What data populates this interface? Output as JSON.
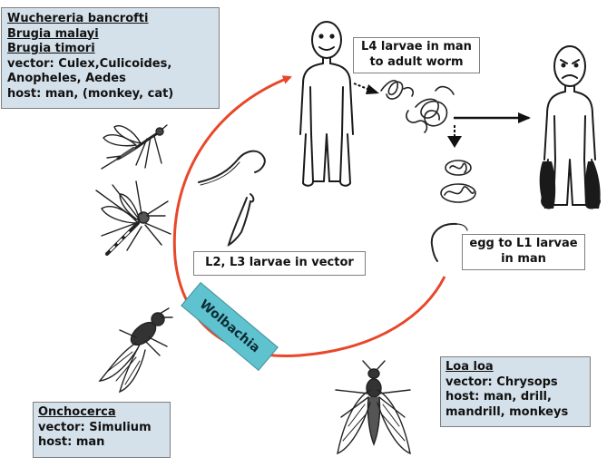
{
  "boxes": {
    "wuchereria": {
      "species": [
        "Wuchereria bancrofti",
        "Brugia malayi",
        "Brugia timori"
      ],
      "lines": [
        "vector: Culex,Culicoides,",
        "Anopheles, Aedes",
        "host: man, (monkey, cat)"
      ]
    },
    "l4": {
      "lines": [
        "L4 larvae in man",
        "to adult worm"
      ]
    },
    "l1": {
      "lines": [
        "egg to L1 larvae",
        "in man"
      ]
    },
    "l2l3": {
      "lines": [
        "L2, L3 larvae in vector"
      ]
    },
    "wolbachia": {
      "label": "Wolbachia"
    },
    "loa": {
      "species": [
        "Loa loa"
      ],
      "lines": [
        "vector: Chrysops",
        "host: man, drill,",
        "mandrill, monkeys"
      ]
    },
    "onchocerca": {
      "species": [
        "Onchocerca"
      ],
      "lines": [
        "vector: Simulium",
        "host: man"
      ]
    }
  },
  "colors": {
    "cycle_arrow": "#e8472a",
    "species_box": "#d5e1ea",
    "wolbachia_box": "#5ec2cf",
    "ink": "#1a1a1a"
  },
  "icons": [
    "healthy-man-icon",
    "sick-man-icon",
    "adult-worm-icon",
    "microfilaria-icon",
    "mosquito-icon",
    "blackfly-icon",
    "deerfly-icon"
  ]
}
